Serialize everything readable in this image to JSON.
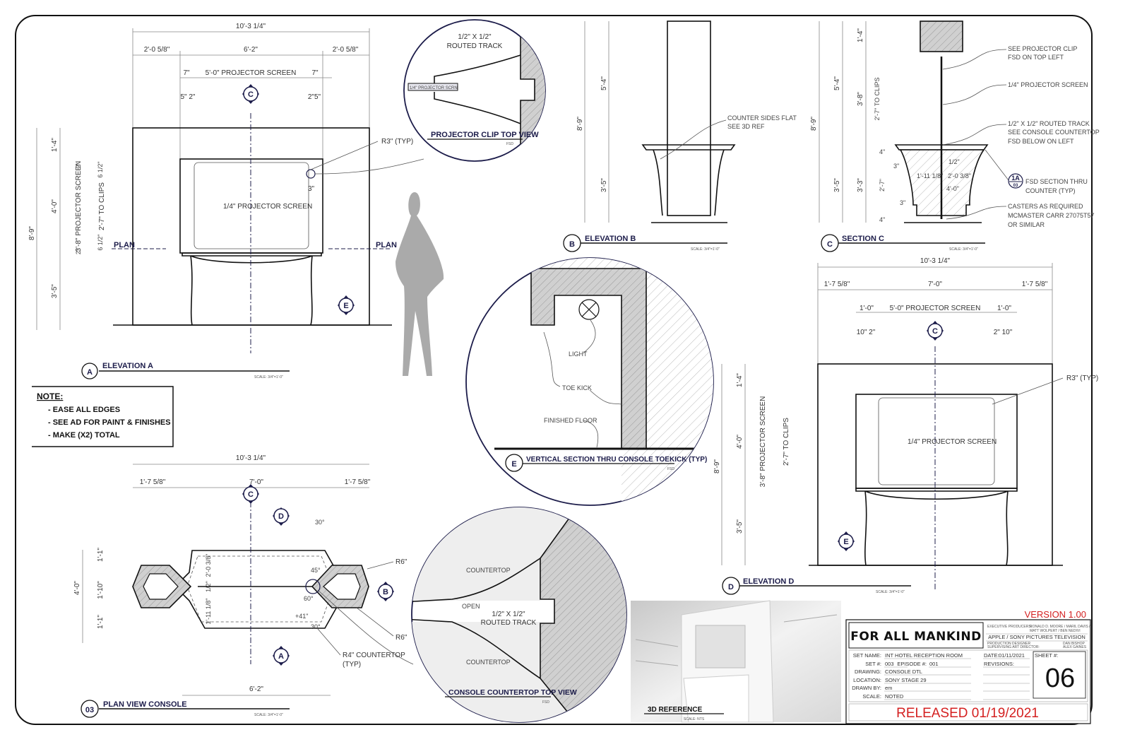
{
  "elevation_a": {
    "title": "ELEVATION A",
    "tag": "A",
    "scale": "SCALE: 3/4\"=1'-0\"",
    "dims": {
      "overall": "10'-3 1/4\"",
      "left": "2'-0 5/8\"",
      "center": "6'-2\"",
      "right": "2'-0 5/8\"",
      "seven_l": "7\"",
      "screen": "5'-0\" PROJECTOR SCREEN",
      "seven_r": "7\"",
      "five_two_l": "5\" 2\"",
      "two_five_r": "2\"5\"",
      "height": "8'-9\"",
      "top": "1'-4\"",
      "mid": "4'-0\"",
      "bottom": "3'-5\"",
      "screen_h": "3'-8\" PROJECTOR SCREEN",
      "clips": "2'-7\" TO CLIPS",
      "two_a": "2\"",
      "two_b": "2\"",
      "six_a": "6 1/2\"",
      "six_b": "6 1/2\"",
      "three": "3\""
    },
    "notes": {
      "radius": "R3\" (TYP)",
      "screen": "1/4\" PROJECTOR SCREEN",
      "plan_l": "PLAN",
      "plan_r": "PLAN",
      "c": "C",
      "e": "E"
    }
  },
  "projector_clip": {
    "title": "PROJECTOR CLIP TOP VIEW",
    "fsd": "FSD",
    "track": "1/2\" X 1/2\"",
    "track2": "ROUTED TRACK",
    "screen": "1/4\" PROJECTOR SCRN"
  },
  "elevation_b": {
    "title": "ELEVATION B",
    "tag": "B",
    "scale": "SCALE: 3/4\"=1'-0\"",
    "note1": "COUNTER SIDES FLAT",
    "note2": "SEE 3D REF",
    "h": "8'-9\"",
    "h1": "5'-4\"",
    "h2": "3'-5\""
  },
  "section_c": {
    "title": "SECTION C",
    "tag": "C",
    "scale": "SCALE: 3/4\"=1'-0\"",
    "notes": [
      "SEE PROJECTOR CLIP",
      "FSD ON TOP LEFT",
      "1/4\" PROJECTOR SCREEN",
      "1/2\" X 1/2\" ROUTED TRACK",
      "SEE CONSOLE COUNTERTOP",
      "FSD BELOW ON LEFT",
      "FSD SECTION THRU",
      "COUNTER (TYP)",
      "CASTERS AS REQUIRED",
      "MCMASTER CARR 27075T57",
      "OR SIMILAR"
    ],
    "callout_top": "1A",
    "callout_bottom": "03",
    "dims": [
      "8'-9\"",
      "5'-4\"",
      "3'-5\"",
      "1'-4\"",
      "3'-8\"",
      "3'-3\"",
      "2'-7\" TO CLIPS",
      "2'-7\"",
      "1'-11 1/8\"",
      "2'-0 3/8\"",
      "4'-0\"",
      "3\"",
      "3\"",
      "4\"",
      "4\"",
      "1/2\""
    ]
  },
  "toekick": {
    "title": "VERTICAL SECTION THRU CONSOLE TOEKICK (TYP)",
    "tag": "E",
    "fsd": "FSD",
    "light": "LIGHT",
    "toe": "TOE KICK",
    "floor": "FINISHED FLOOR"
  },
  "elevation_d": {
    "title": "ELEVATION D",
    "tag": "D",
    "scale": "SCALE: 3/4\"=1'-0\"",
    "dims": {
      "overall": "10'-3 1/4\"",
      "left": "1'-7 5/8\"",
      "center": "7'-0\"",
      "right": "1'-7 5/8\"",
      "one_l": "1'-0\"",
      "screen": "5'-0\" PROJECTOR SCREEN",
      "one_r": "1'-0\"",
      "ten_l": "10\" 2\"",
      "ten_r": "2\" 10\"",
      "height": "8'-9\"",
      "top": "1'-4\"",
      "mid": "4'-0\"",
      "bottom": "3'-5\"",
      "screen_h": "3'-8\" PROJECTOR SCREEN",
      "clips": "2'-7\" TO CLIPS"
    },
    "notes": {
      "radius": "R3\" (TYP)",
      "screen": "1/4\" PROJECTOR SCREEN",
      "c": "C",
      "e": "E"
    }
  },
  "note_box": {
    "heading": "NOTE:",
    "items": [
      "- EASE ALL EDGES",
      "- SEE AD FOR PAINT & FINISHES",
      "- MAKE (X2) TOTAL"
    ]
  },
  "plan_view": {
    "title": "PLAN VIEW CONSOLE",
    "tag": "03",
    "scale": "SCALE: 3/4\"=1'-0\"",
    "dims": {
      "overall": "10'-3 1/4\"",
      "left": "1'-7 5/8\"",
      "center": "7'-0\"",
      "right": "1'-7 5/8\"",
      "bottom": "6'-2\"",
      "height": "4'-0\"",
      "h1": "1'-1\"",
      "h2": "1'-10\"",
      "h3": "1'-1\"",
      "top_half": "2'-0 3/8\"",
      "bot_half": "1'-11 1/8\"",
      "gap": "1/2\"",
      "a30a": "30°",
      "a45": "45°",
      "a60": "60°",
      "a41": "+41\"",
      "a30b": "30°"
    },
    "notes": {
      "r6a": "R6\"",
      "r6b": "R6\"",
      "r4": "R4\" COUNTERTOP",
      "typ": "(TYP)"
    },
    "markers": {
      "c": "C",
      "d": "D",
      "b": "B",
      "a": "A"
    }
  },
  "countertop": {
    "title": "CONSOLE COUNTERTOP TOP VIEW",
    "fsd": "FSD",
    "top1": "COUNTERTOP",
    "open": "OPEN",
    "track": "1/2\" X 1/2\"",
    "track2": "ROUTED TRACK",
    "top2": "COUNTERTOP"
  },
  "reference_3d": {
    "title": "3D REFERENCE",
    "scale": "SCALE: NTS"
  },
  "title_block": {
    "version": "VERSION 1.00",
    "logo": "FOR ALL MANKIND",
    "exec_label": "EXECUTIVE PRODUCERS:",
    "exec_names1": "RONALD D. MOORE / MARIL DAVIS /",
    "exec_names2": "MATT WOLPERT / BEN NEDIVI",
    "studio": "APPLE / SONY PICTURES TELEVISION",
    "pd_label": "PRODUCTION DESIGNER",
    "sad_label": "SUPERVISING ART DIRECTOR:",
    "pd_name": "DAN BISHOP",
    "sad_name": "ALEX GAINES",
    "set_name_label": "SET NAME:",
    "set_name": "INT HOTEL RECEPTION ROOM",
    "set_no_label": "SET #:",
    "set_no": "003",
    "episode_label": "EPISODE #:",
    "episode": "001",
    "drawing_label": "DRAWING:",
    "drawing": "CONSOLE DTL",
    "location_label": "LOCATION:",
    "location": "SONY STAGE 29",
    "drawn_by_label": "DRAWN BY:",
    "drawn_by": "em",
    "scale_label": "SCALE:",
    "scale": "NOTED",
    "date_label": "DATE:",
    "date": "01/11/2021",
    "revisions_label": "REVISIONS:",
    "sheet_label": "SHEET #:",
    "sheet": "06",
    "released": "RELEASED 01/19/2021"
  },
  "colors": {
    "navy": "#1c1c4a",
    "red": "#d42020"
  }
}
